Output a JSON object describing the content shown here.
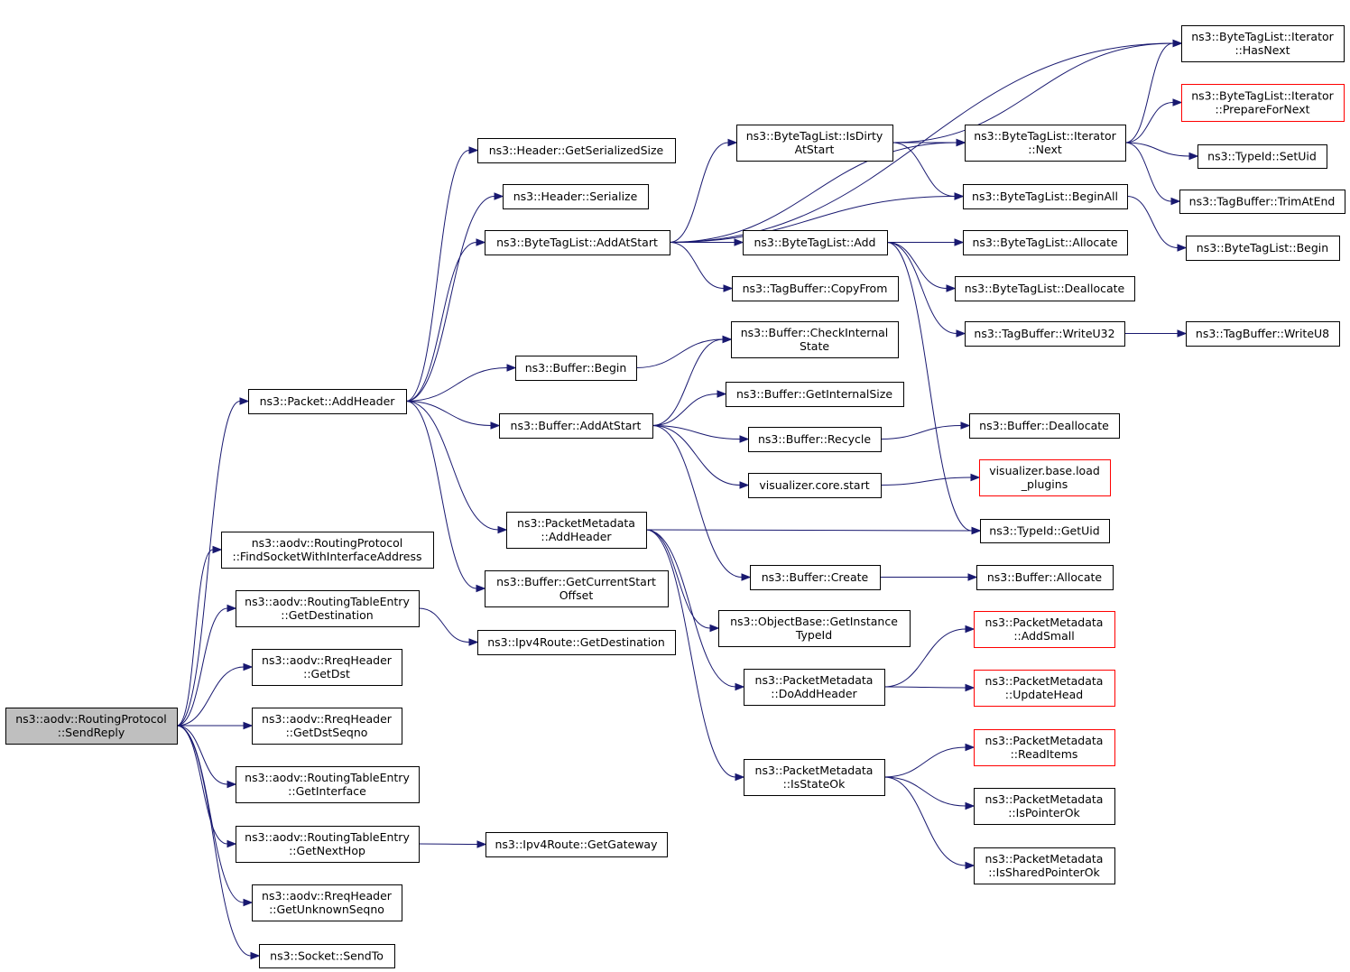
{
  "graph": {
    "edge_color": "#191970",
    "root_fill": "#bfbfbf",
    "incomplete_border_color": "#ff0000",
    "nodes": [
      {
        "id": "sendreply",
        "lines": [
          "ns3::aodv::RoutingProtocol",
          "::SendReply"
        ],
        "style": "root"
      },
      {
        "id": "addheader",
        "lines": [
          "ns3::Packet::AddHeader"
        ],
        "style": "normal"
      },
      {
        "id": "findsocket",
        "lines": [
          "ns3::aodv::RoutingProtocol",
          "::FindSocketWithInterfaceAddress"
        ],
        "style": "normal"
      },
      {
        "id": "rte_getdest",
        "lines": [
          "ns3::aodv::RoutingTableEntry",
          "::GetDestination"
        ],
        "style": "normal"
      },
      {
        "id": "rreq_getdst",
        "lines": [
          "ns3::aodv::RreqHeader",
          "::GetDst"
        ],
        "style": "normal"
      },
      {
        "id": "rreq_getdstseqno",
        "lines": [
          "ns3::aodv::RreqHeader",
          "::GetDstSeqno"
        ],
        "style": "normal"
      },
      {
        "id": "rte_getinterface",
        "lines": [
          "ns3::aodv::RoutingTableEntry",
          "::GetInterface"
        ],
        "style": "normal"
      },
      {
        "id": "rte_getnexthop",
        "lines": [
          "ns3::aodv::RoutingTableEntry",
          "::GetNextHop"
        ],
        "style": "normal"
      },
      {
        "id": "rreq_getunknown",
        "lines": [
          "ns3::aodv::RreqHeader",
          "::GetUnknownSeqno"
        ],
        "style": "normal"
      },
      {
        "id": "socket_sendto",
        "lines": [
          "ns3::Socket::SendTo"
        ],
        "style": "normal"
      },
      {
        "id": "hdr_getsersize",
        "lines": [
          "ns3::Header::GetSerializedSize"
        ],
        "style": "normal"
      },
      {
        "id": "hdr_serialize",
        "lines": [
          "ns3::Header::Serialize"
        ],
        "style": "normal"
      },
      {
        "id": "btl_addatstart",
        "lines": [
          "ns3::ByteTagList::AddAtStart"
        ],
        "style": "normal"
      },
      {
        "id": "buf_begin",
        "lines": [
          "ns3::Buffer::Begin"
        ],
        "style": "normal"
      },
      {
        "id": "buf_addatstart",
        "lines": [
          "ns3::Buffer::AddAtStart"
        ],
        "style": "normal"
      },
      {
        "id": "pm_addheader",
        "lines": [
          "ns3::PacketMetadata",
          "::AddHeader"
        ],
        "style": "normal"
      },
      {
        "id": "buf_getcurstart",
        "lines": [
          "ns3::Buffer::GetCurrentStart",
          "Offset"
        ],
        "style": "normal"
      },
      {
        "id": "ipv4_getdest",
        "lines": [
          "ns3::Ipv4Route::GetDestination"
        ],
        "style": "normal"
      },
      {
        "id": "ipv4_getgateway",
        "lines": [
          "ns3::Ipv4Route::GetGateway"
        ],
        "style": "normal"
      },
      {
        "id": "btl_isdirty",
        "lines": [
          "ns3::ByteTagList::IsDirty",
          "AtStart"
        ],
        "style": "normal"
      },
      {
        "id": "btl_add",
        "lines": [
          "ns3::ByteTagList::Add"
        ],
        "style": "normal"
      },
      {
        "id": "tb_copyfrom",
        "lines": [
          "ns3::TagBuffer::CopyFrom"
        ],
        "style": "normal"
      },
      {
        "id": "buf_checkinternal",
        "lines": [
          "ns3::Buffer::CheckInternal",
          "State"
        ],
        "style": "normal"
      },
      {
        "id": "buf_getinternalsize",
        "lines": [
          "ns3::Buffer::GetInternalSize"
        ],
        "style": "normal"
      },
      {
        "id": "buf_recycle",
        "lines": [
          "ns3::Buffer::Recycle"
        ],
        "style": "normal"
      },
      {
        "id": "vis_core_start",
        "lines": [
          "visualizer.core.start"
        ],
        "style": "normal"
      },
      {
        "id": "buf_create",
        "lines": [
          "ns3::Buffer::Create"
        ],
        "style": "normal"
      },
      {
        "id": "ob_getinstancetypeid",
        "lines": [
          "ns3::ObjectBase::GetInstance",
          "TypeId"
        ],
        "style": "normal"
      },
      {
        "id": "pm_doaddheader",
        "lines": [
          "ns3::PacketMetadata",
          "::DoAddHeader"
        ],
        "style": "normal"
      },
      {
        "id": "pm_isstateok",
        "lines": [
          "ns3::PacketMetadata",
          "::IsStateOk"
        ],
        "style": "normal"
      },
      {
        "id": "btli_hasnext",
        "lines": [
          "ns3::ByteTagList::Iterator",
          "::HasNext"
        ],
        "style": "normal"
      },
      {
        "id": "btli_next",
        "lines": [
          "ns3::ByteTagList::Iterator",
          "::Next"
        ],
        "style": "normal"
      },
      {
        "id": "btl_beginall",
        "lines": [
          "ns3::ByteTagList::BeginAll"
        ],
        "style": "normal"
      },
      {
        "id": "btl_allocate",
        "lines": [
          "ns3::ByteTagList::Allocate"
        ],
        "style": "normal"
      },
      {
        "id": "btl_deallocate",
        "lines": [
          "ns3::ByteTagList::Deallocate"
        ],
        "style": "normal"
      },
      {
        "id": "tb_writeu32",
        "lines": [
          "ns3::TagBuffer::WriteU32"
        ],
        "style": "normal"
      },
      {
        "id": "buf_deallocate",
        "lines": [
          "ns3::Buffer::Deallocate"
        ],
        "style": "normal"
      },
      {
        "id": "vis_loadplugins",
        "lines": [
          "visualizer.base.load",
          "_plugins"
        ],
        "style": "incomplete"
      },
      {
        "id": "typeid_getuid",
        "lines": [
          "ns3::TypeId::GetUid"
        ],
        "style": "normal"
      },
      {
        "id": "buf_allocate",
        "lines": [
          "ns3::Buffer::Allocate"
        ],
        "style": "normal"
      },
      {
        "id": "pm_addsmall",
        "lines": [
          "ns3::PacketMetadata",
          "::AddSmall"
        ],
        "style": "incomplete"
      },
      {
        "id": "pm_updatehead",
        "lines": [
          "ns3::PacketMetadata",
          "::UpdateHead"
        ],
        "style": "incomplete"
      },
      {
        "id": "pm_readitems",
        "lines": [
          "ns3::PacketMetadata",
          "::ReadItems"
        ],
        "style": "incomplete"
      },
      {
        "id": "pm_ispointerok",
        "lines": [
          "ns3::PacketMetadata",
          "::IsPointerOk"
        ],
        "style": "normal"
      },
      {
        "id": "pm_issharedpointerok",
        "lines": [
          "ns3::PacketMetadata",
          "::IsSharedPointerOk"
        ],
        "style": "normal"
      },
      {
        "id": "btli_preparefornext",
        "lines": [
          "ns3::ByteTagList::Iterator",
          "::PrepareForNext"
        ],
        "style": "incomplete"
      },
      {
        "id": "typeid_setuid",
        "lines": [
          "ns3::TypeId::SetUid"
        ],
        "style": "normal"
      },
      {
        "id": "tb_trimatend",
        "lines": [
          "ns3::TagBuffer::TrimAtEnd"
        ],
        "style": "normal"
      },
      {
        "id": "btl_begin",
        "lines": [
          "ns3::ByteTagList::Begin"
        ],
        "style": "normal"
      },
      {
        "id": "tb_writeu8",
        "lines": [
          "ns3::TagBuffer::WriteU8"
        ],
        "style": "normal"
      }
    ],
    "edges": [
      [
        "sendreply",
        "addheader"
      ],
      [
        "sendreply",
        "findsocket"
      ],
      [
        "sendreply",
        "rte_getdest"
      ],
      [
        "sendreply",
        "rreq_getdst"
      ],
      [
        "sendreply",
        "rreq_getdstseqno"
      ],
      [
        "sendreply",
        "rte_getinterface"
      ],
      [
        "sendreply",
        "rte_getnexthop"
      ],
      [
        "sendreply",
        "rreq_getunknown"
      ],
      [
        "sendreply",
        "socket_sendto"
      ],
      [
        "addheader",
        "hdr_getsersize"
      ],
      [
        "addheader",
        "hdr_serialize"
      ],
      [
        "addheader",
        "btl_addatstart"
      ],
      [
        "addheader",
        "buf_begin"
      ],
      [
        "addheader",
        "buf_addatstart"
      ],
      [
        "addheader",
        "pm_addheader"
      ],
      [
        "addheader",
        "buf_getcurstart"
      ],
      [
        "rte_getdest",
        "ipv4_getdest"
      ],
      [
        "rte_getnexthop",
        "ipv4_getgateway"
      ],
      [
        "btl_addatstart",
        "btli_hasnext"
      ],
      [
        "btl_addatstart",
        "btli_next"
      ],
      [
        "btl_addatstart",
        "btl_isdirty"
      ],
      [
        "btl_addatstart",
        "btl_beginall"
      ],
      [
        "btl_addatstart",
        "btl_add"
      ],
      [
        "btl_addatstart",
        "tb_copyfrom"
      ],
      [
        "btl_isdirty",
        "btli_hasnext"
      ],
      [
        "btl_isdirty",
        "btli_next"
      ],
      [
        "btl_isdirty",
        "btl_beginall"
      ],
      [
        "btli_next",
        "btli_hasnext"
      ],
      [
        "btli_next",
        "btli_preparefornext"
      ],
      [
        "btli_next",
        "typeid_setuid"
      ],
      [
        "btli_next",
        "tb_trimatend"
      ],
      [
        "btl_beginall",
        "btl_begin"
      ],
      [
        "btl_add",
        "btl_allocate"
      ],
      [
        "btl_add",
        "btl_deallocate"
      ],
      [
        "btl_add",
        "tb_writeu32"
      ],
      [
        "btl_add",
        "typeid_getuid"
      ],
      [
        "tb_writeu32",
        "tb_writeu8"
      ],
      [
        "buf_begin",
        "buf_checkinternal"
      ],
      [
        "buf_addatstart",
        "buf_checkinternal"
      ],
      [
        "buf_addatstart",
        "buf_getinternalsize"
      ],
      [
        "buf_addatstart",
        "buf_recycle"
      ],
      [
        "buf_addatstart",
        "vis_core_start"
      ],
      [
        "buf_addatstart",
        "buf_create"
      ],
      [
        "buf_recycle",
        "buf_deallocate"
      ],
      [
        "vis_core_start",
        "vis_loadplugins"
      ],
      [
        "buf_create",
        "buf_allocate"
      ],
      [
        "pm_addheader",
        "typeid_getuid"
      ],
      [
        "pm_addheader",
        "ob_getinstancetypeid"
      ],
      [
        "pm_addheader",
        "pm_doaddheader"
      ],
      [
        "pm_addheader",
        "pm_isstateok"
      ],
      [
        "pm_doaddheader",
        "pm_addsmall"
      ],
      [
        "pm_doaddheader",
        "pm_updatehead"
      ],
      [
        "pm_isstateok",
        "pm_readitems"
      ],
      [
        "pm_isstateok",
        "pm_ispointerok"
      ],
      [
        "pm_isstateok",
        "pm_issharedpointerok"
      ]
    ]
  }
}
